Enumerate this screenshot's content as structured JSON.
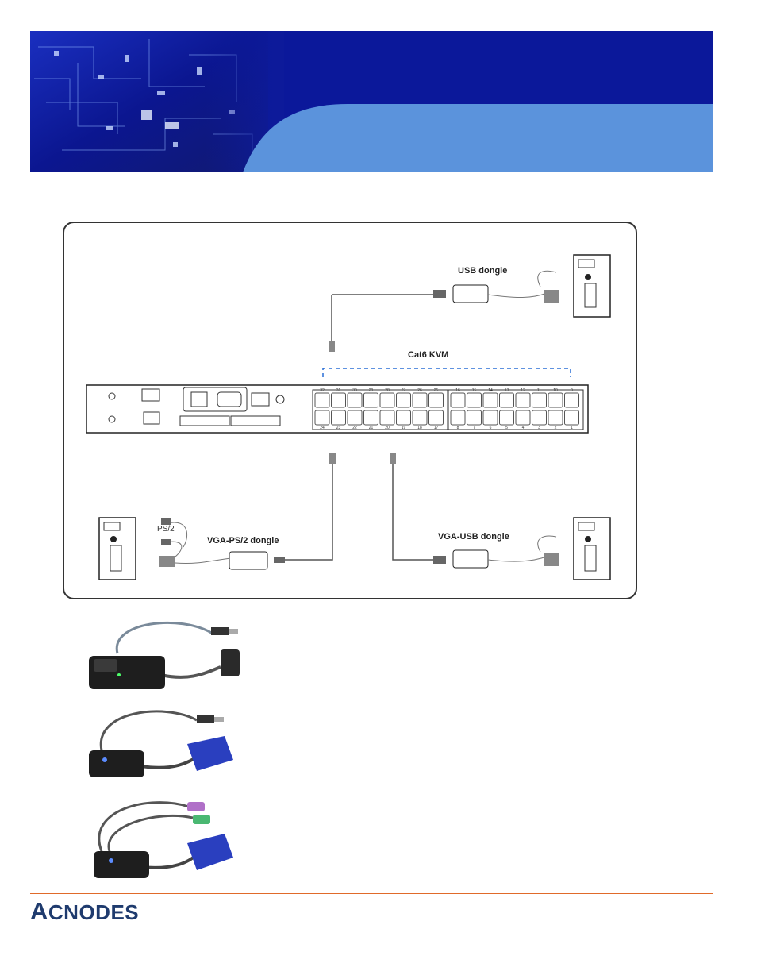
{
  "diagram": {
    "labels": {
      "usb_top": "USB dongle",
      "cat6": "Cat6 KVM",
      "ps2": "PS/2",
      "vga_ps2": "VGA-PS/2 dongle",
      "vga_usb": "VGA-USB dongle"
    },
    "ports_top_left": [
      "32",
      "31",
      "30",
      "29",
      "28",
      "27",
      "26",
      "25"
    ],
    "ports_bottom_left": [
      "24",
      "23",
      "22",
      "21",
      "20",
      "19",
      "18",
      "17"
    ],
    "ports_top_right": [
      "16",
      "15",
      "14",
      "13",
      "12",
      "11",
      "10",
      "9"
    ],
    "ports_bottom_right": [
      "8",
      "7",
      "6",
      "5",
      "4",
      "3",
      "2",
      "1"
    ]
  },
  "footer": {
    "logo_first": "A",
    "logo_rest": "CNODES"
  },
  "colors": {
    "banner_dark": "#0a1a8a",
    "banner_light": "#5b93dc",
    "rule": "#e06a2a",
    "logo": "#1f3b6e"
  }
}
